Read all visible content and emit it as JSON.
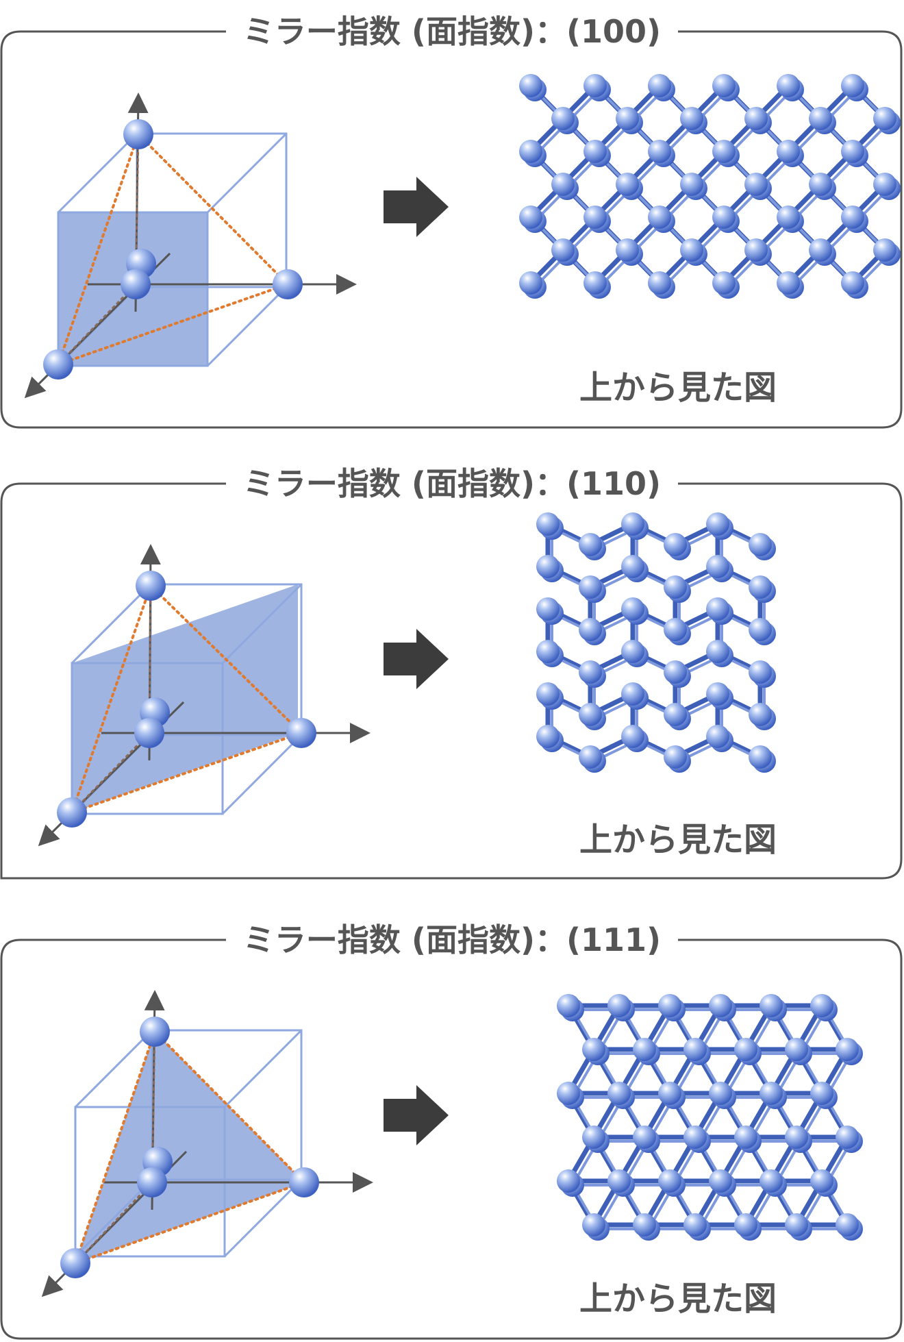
{
  "panels": [
    {
      "title": "ミラー指数 (面指数)：(100)",
      "caption": "上から見た図",
      "index": "100"
    },
    {
      "title": "ミラー指数 (面指数)：(110)",
      "caption": "上から見た図",
      "index": "110"
    },
    {
      "title": "ミラー指数 (面指数)：(111)",
      "caption": "上から見た図",
      "index": "111"
    }
  ],
  "colors": {
    "frame": "#555555",
    "cube_edge": "#8fa8e0",
    "plane_fill": "#7f9bd6",
    "axis": "#555555",
    "dotted_line": "#e07a2e",
    "atom": "#5a7fd8",
    "bond": "#3e5fb8",
    "arrow": "#3c3c3c"
  },
  "icons": [
    "right-arrow-icon"
  ]
}
